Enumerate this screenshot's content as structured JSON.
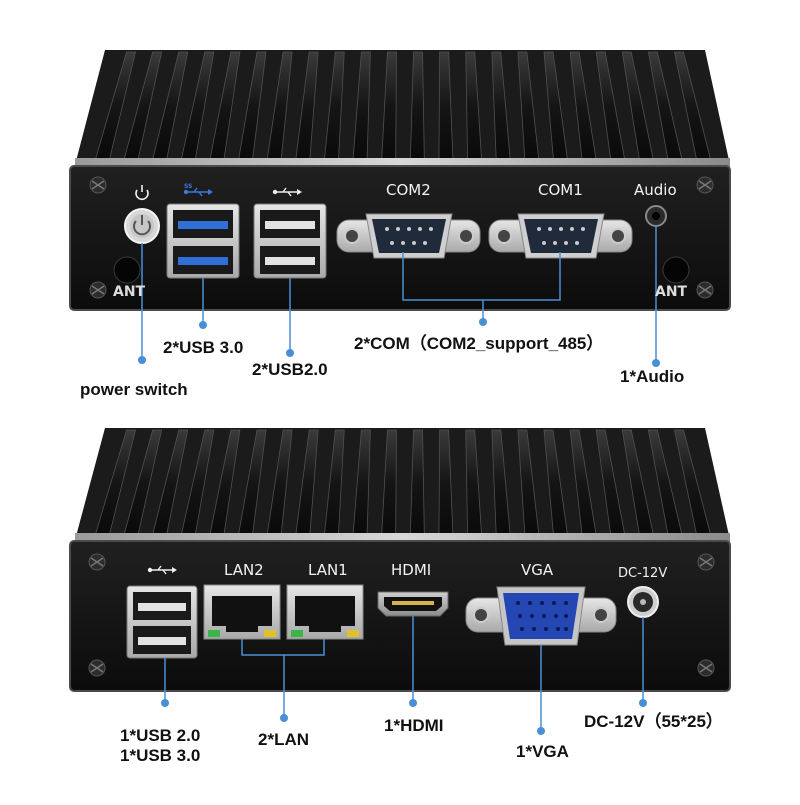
{
  "top_panel": {
    "com2": "COM2",
    "com1": "COM1",
    "audio": "Audio",
    "ant_left": "ANT",
    "ant_right": "ANT"
  },
  "top_callouts": {
    "usb3": "2*USB 3.0",
    "usb2": "2*USB2.0",
    "com": "2*COM（COM2_support_485）",
    "power": "power switch",
    "audio": "1*Audio"
  },
  "bottom_panel": {
    "lan2": "LAN2",
    "lan1": "LAN1",
    "hdmi": "HDMI",
    "vga": "VGA",
    "dc": "DC-12V"
  },
  "bottom_callouts": {
    "usb_line1": "1*USB 2.0",
    "usb_line2": "1*USB 3.0",
    "lan": "2*LAN",
    "hdmi": "1*HDMI",
    "vga": "1*VGA",
    "dc": "DC-12V（55*25）"
  },
  "colors": {
    "accent_line": "#4a8fd6",
    "usb3_blue": "#2f6fd8",
    "vga_blue": "#2447b3",
    "body_dark": "#141414"
  }
}
